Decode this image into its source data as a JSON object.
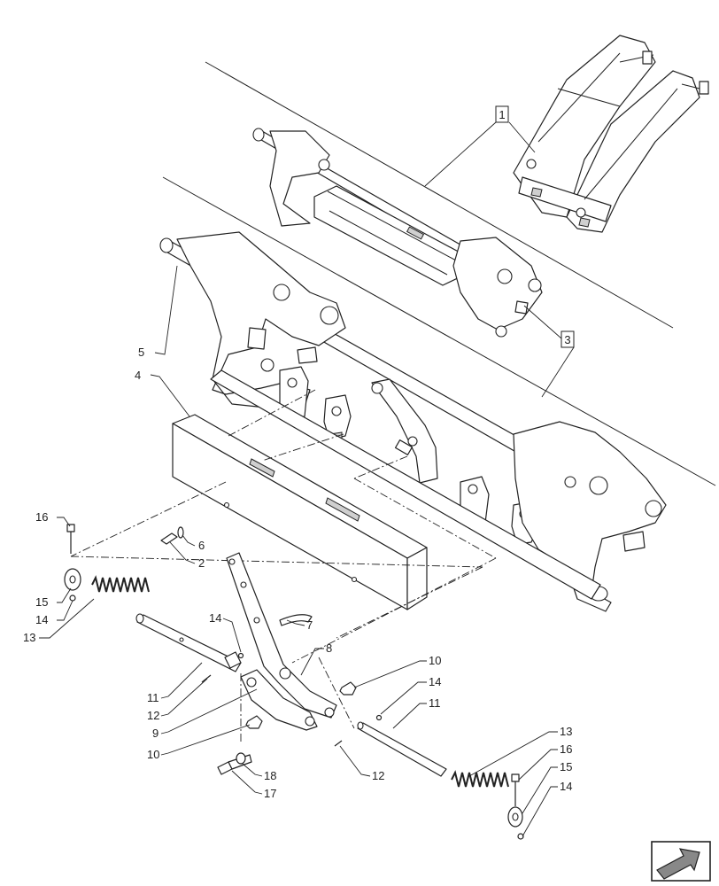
{
  "callouts": [
    {
      "id": "callout-1",
      "text": "1"
    },
    {
      "id": "callout-3",
      "text": "3"
    },
    {
      "id": "callout-5",
      "text": "5"
    },
    {
      "id": "callout-4",
      "text": "4"
    },
    {
      "id": "callout-16-left",
      "text": "16"
    },
    {
      "id": "callout-6",
      "text": "6"
    },
    {
      "id": "callout-2",
      "text": "2"
    },
    {
      "id": "callout-15-left",
      "text": "15"
    },
    {
      "id": "callout-14-left",
      "text": "14"
    },
    {
      "id": "callout-13-left",
      "text": "13"
    },
    {
      "id": "callout-14-mid",
      "text": "14"
    },
    {
      "id": "callout-7",
      "text": "7"
    },
    {
      "id": "callout-8",
      "text": "8"
    },
    {
      "id": "callout-10-right",
      "text": "10"
    },
    {
      "id": "callout-14-right",
      "text": "14"
    },
    {
      "id": "callout-11-right",
      "text": "11"
    },
    {
      "id": "callout-11-left",
      "text": "11"
    },
    {
      "id": "callout-12-left",
      "text": "12"
    },
    {
      "id": "callout-9",
      "text": "9"
    },
    {
      "id": "callout-10-left",
      "text": "10"
    },
    {
      "id": "callout-18",
      "text": "18"
    },
    {
      "id": "callout-17",
      "text": "17"
    },
    {
      "id": "callout-12-right",
      "text": "12"
    },
    {
      "id": "callout-13-right",
      "text": "13"
    },
    {
      "id": "callout-16-right",
      "text": "16"
    },
    {
      "id": "callout-15-right",
      "text": "15"
    },
    {
      "id": "callout-14-bottom",
      "text": "14"
    }
  ],
  "nav_icon": "next-page-arrow-icon"
}
